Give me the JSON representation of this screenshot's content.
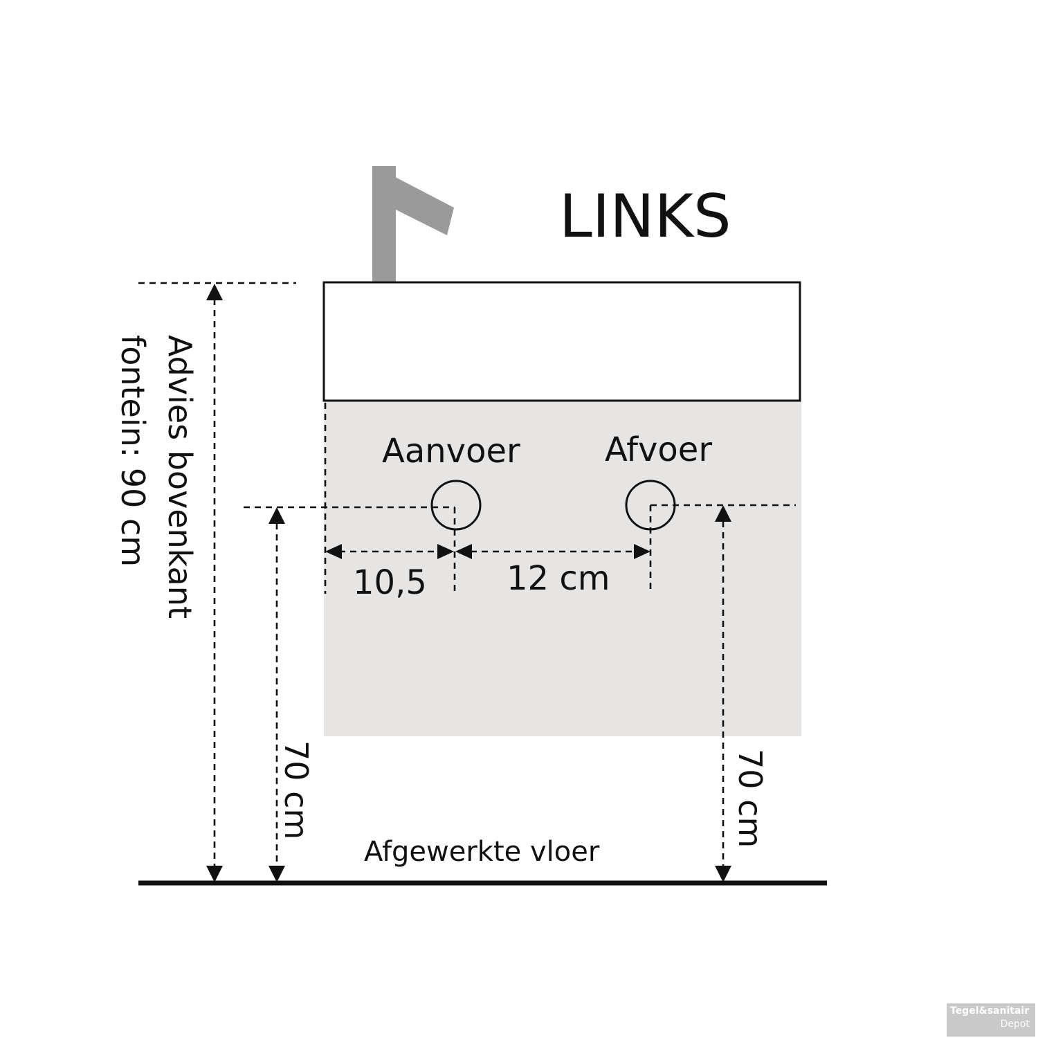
{
  "diagram": {
    "title": "LINKS",
    "supply_label": "Aanvoer",
    "drain_label": "Afvoer",
    "left_offset_label": "10,5",
    "between_label": "12 cm",
    "height_advice_line1": "Advies bovenkant",
    "height_advice_line2": "fontein: 90 cm",
    "supply_height_label": "70 cm",
    "drain_height_label": "70 cm",
    "floor_label": "Afgewerkte vloer"
  },
  "colors": {
    "line": "#111111",
    "cabinet_fill": "#e6e5e4",
    "faucet": "#9a9a9a",
    "logo_bg": "#c9c9c9"
  },
  "logo": {
    "line1": "Tegel&sanitair",
    "line2": "Depot"
  }
}
